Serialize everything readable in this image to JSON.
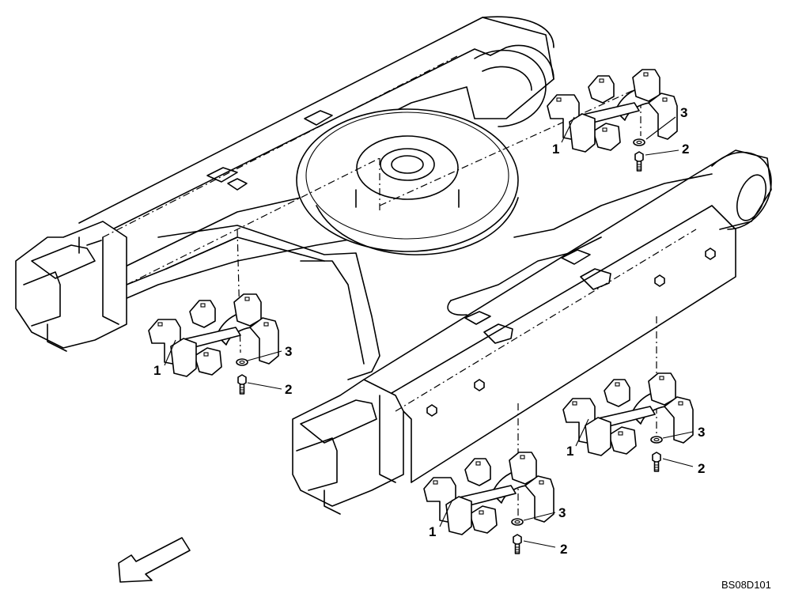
{
  "callouts": [
    {
      "id": "guard-1",
      "label": "1"
    },
    {
      "id": "bolt-2",
      "label": "2"
    },
    {
      "id": "washer-3",
      "label": "3"
    }
  ],
  "drawing_code": "BS08D101"
}
